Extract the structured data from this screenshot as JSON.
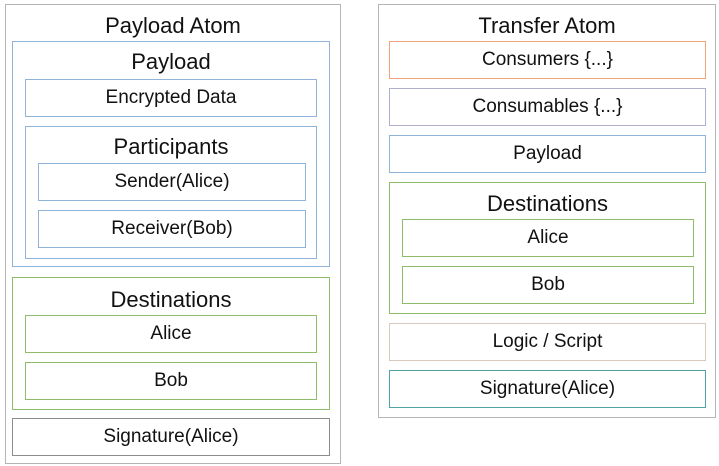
{
  "payload_atom": {
    "title": "Payload Atom",
    "payload": {
      "title": "Payload",
      "encrypted_data": "Encrypted Data",
      "participants": {
        "title": "Participants",
        "sender": "Sender(Alice)",
        "receiver": "Receiver(Bob)"
      }
    },
    "destinations": {
      "title": "Destinations",
      "items": [
        "Alice",
        "Bob"
      ]
    },
    "signature": "Signature(Alice)"
  },
  "transfer_atom": {
    "title": "Transfer Atom",
    "consumers": "Consumers {...}",
    "consumables": "Consumables {...}",
    "payload": "Payload",
    "destinations": {
      "title": "Destinations",
      "items": [
        "Alice",
        "Bob"
      ]
    },
    "logic": "Logic / Script",
    "signature": "Signature(Alice)"
  }
}
